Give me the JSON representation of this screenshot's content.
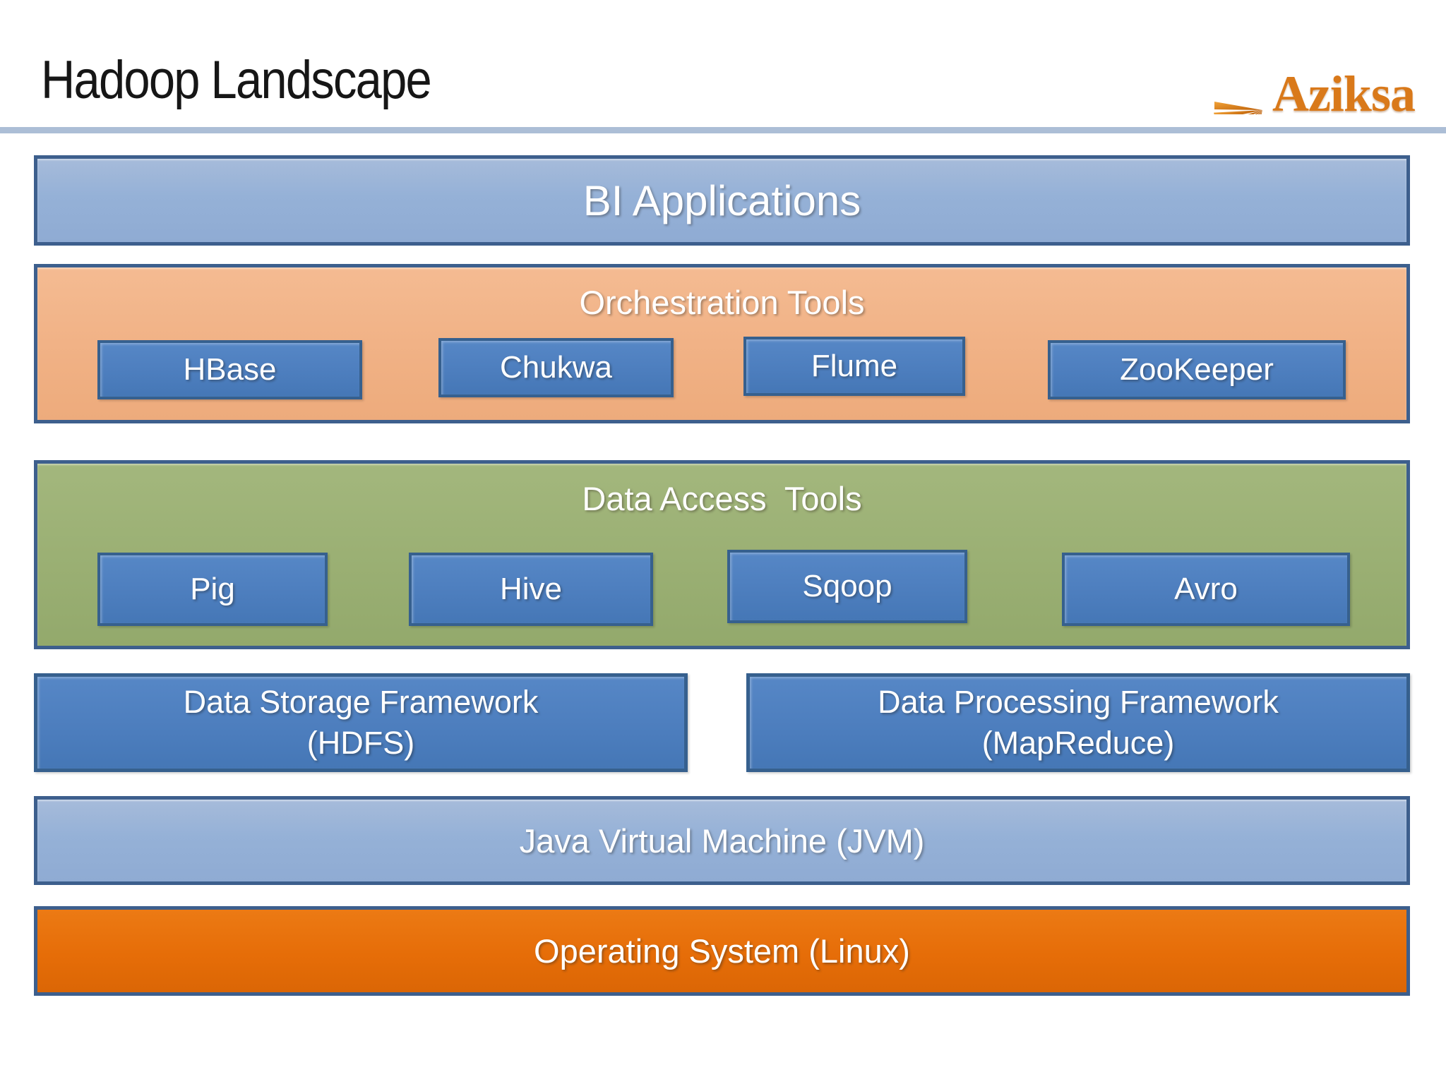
{
  "slide": {
    "title": "Hadoop Landscape",
    "logo_text": "Aziksa"
  },
  "colors": {
    "light_blue_fill": "#95B1D7",
    "peach_fill": "#F1B286",
    "olive_green_fill": "#9BB074",
    "chip_blue_fill": "#4D7EBE",
    "dark_blue_border": "#3D5F8D",
    "os_orange_fill": "#E66D08",
    "logo_orange": "#D9791A",
    "header_rule_blue": "#ACBED6"
  },
  "layers": {
    "bi": {
      "label": "BI Applications"
    },
    "orchestration": {
      "title": "Orchestration Tools",
      "items": [
        "HBase",
        "Chukwa",
        "Flume",
        "ZooKeeper"
      ]
    },
    "data_access": {
      "title": "Data Access  Tools",
      "items": [
        "Pig",
        "Hive",
        "Sqoop",
        "Avro"
      ]
    },
    "storage": {
      "line1": "Data Storage Framework",
      "line2": "(HDFS)"
    },
    "processing": {
      "line1": "Data Processing Framework",
      "line2": "(MapReduce)"
    },
    "jvm": {
      "label": "Java Virtual Machine (JVM)"
    },
    "os": {
      "label": "Operating System (Linux)"
    }
  }
}
